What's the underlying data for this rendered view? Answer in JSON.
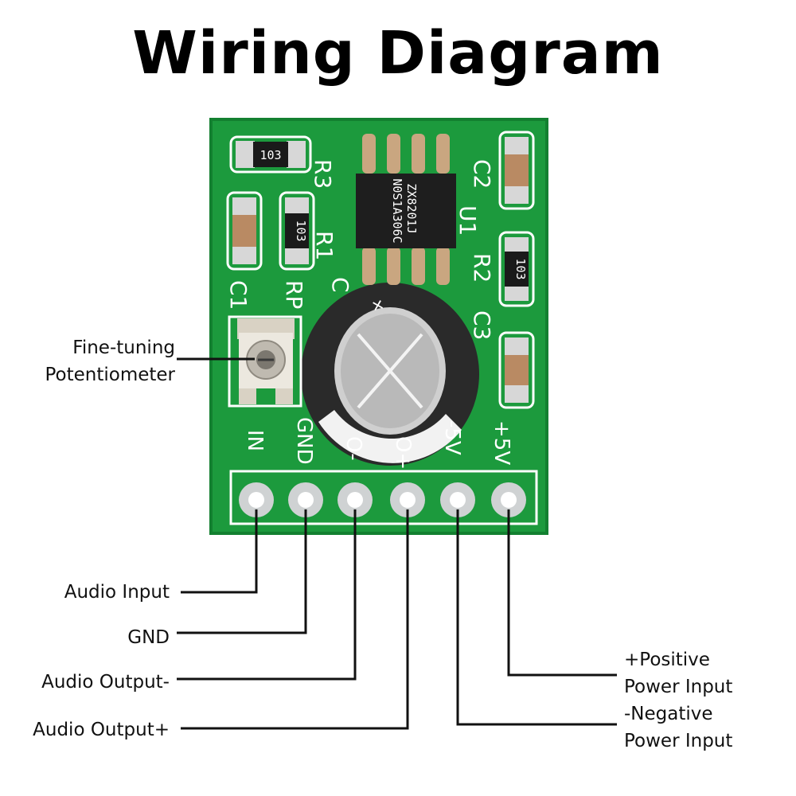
{
  "title": "Wiring Diagram",
  "board": {
    "pcb_color": "#1d9a3e",
    "silkscreen_color": "#ffffff",
    "resistor_value": "103",
    "chip_marking_lines": [
      "ZX8201J",
      "N0S1A306C"
    ],
    "component_labels": {
      "r3": "R3",
      "r1": "R1",
      "r2": "R2",
      "c1": "C1",
      "c2": "C2",
      "c3": "C3",
      "c_mid": "C",
      "rp": "RP",
      "u1": "U1"
    },
    "pin_labels": [
      "IN",
      "GND",
      "O-",
      "O+",
      "-5V",
      "+5V"
    ]
  },
  "callouts": {
    "potentiometer": [
      "Fine-tuning",
      "Potentiometer"
    ],
    "audio_input": "Audio Input",
    "gnd": "GND",
    "audio_output_minus": "Audio Output-",
    "audio_output_plus": "Audio Output+",
    "positive_power": [
      "+Positive",
      "Power Input"
    ],
    "negative_power": [
      "-Negative",
      "Power Input"
    ]
  }
}
